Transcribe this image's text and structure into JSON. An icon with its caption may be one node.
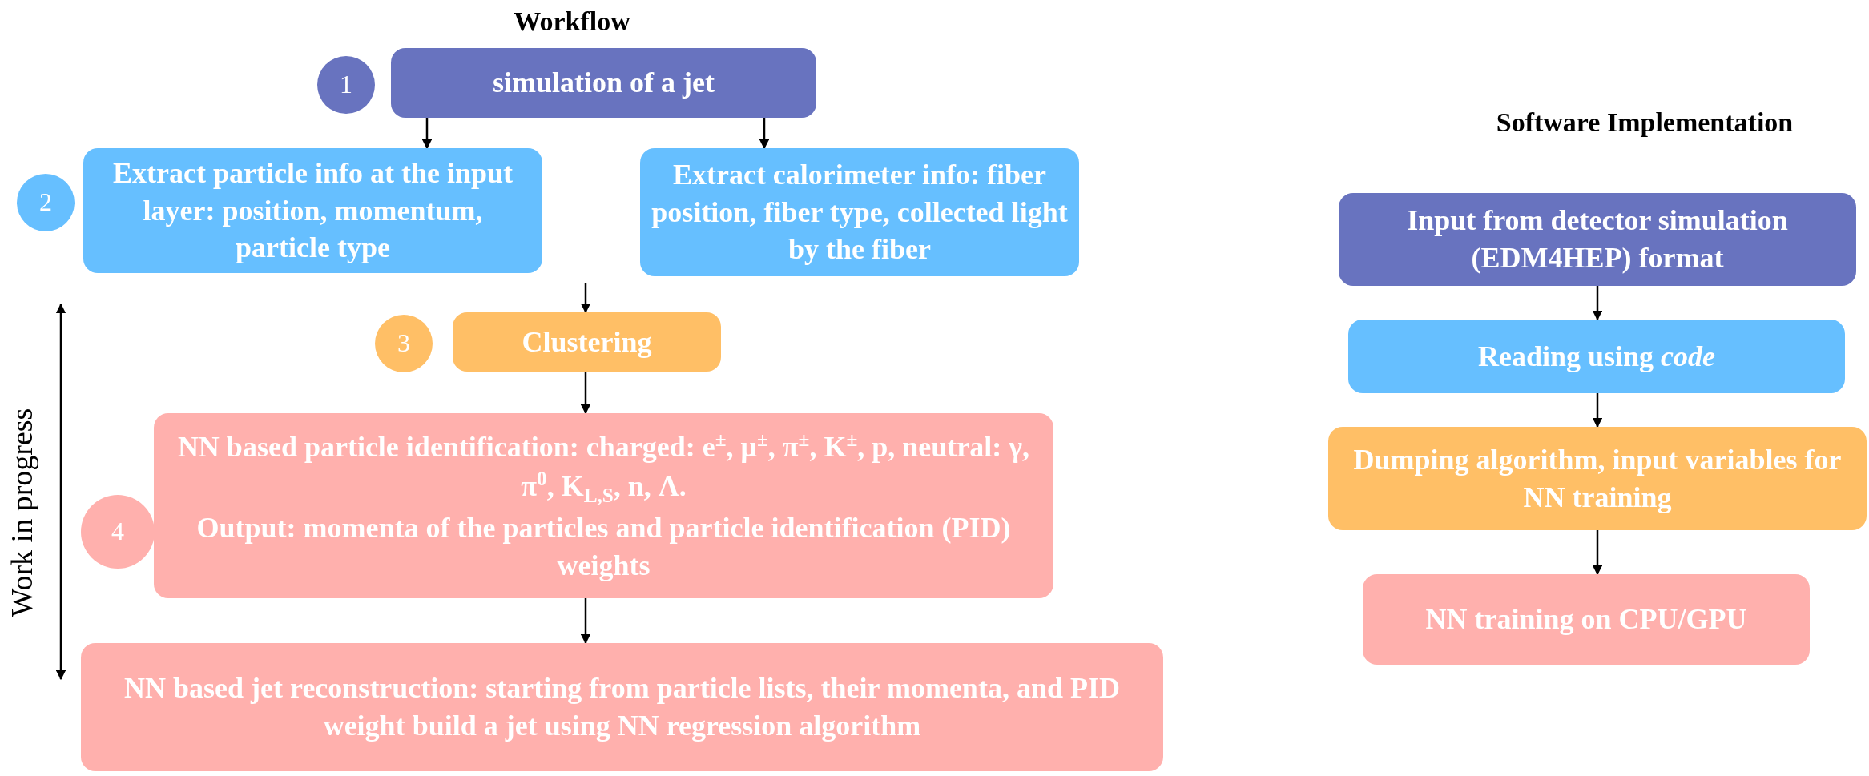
{
  "diagram": {
    "title": "Workflow",
    "nodes": [
      {
        "text": [
          "1"
        ]
      },
      {
        "text": [
          "simulation of a jet"
        ]
      },
      {
        "text": [
          "2"
        ]
      },
      {
        "text": [
          "Extract particle info at the input layer: position, momentum, particle type"
        ]
      },
      {
        "text": [
          "Extract calorimeter info: fiber position, fiber type, collected light by the fiber"
        ]
      },
      {
        "text": [
          "3"
        ]
      },
      {
        "text": [
          "Clustering"
        ]
      },
      {
        "text": [
          "4"
        ]
      },
      {
        "text": [
          "NN based particle identification: charged: e$^{±}$, μ$^{±}$, π$^{±}$, K$^{±}$, p, neutral: γ, π$^{0}$, K$_{L,S}$, n, Λ.",
          "Output: momenta of the particles and particle identification (PID) weights"
        ]
      },
      {
        "text": [
          "NN based jet reconstruction: starting from particle lists, their momenta, and PID weight build a jet using NN regression algorithm"
        ]
      },
      {
        "text": [
          "Input from detector simulation (EDM4HEP) format"
        ]
      },
      {
        "text": [
          "Reading using *code*"
        ]
      },
      {
        "text": [
          "Dumping algorithm, input variables for NN training"
        ]
      },
      {
        "text": [
          "NN training on CPU/GPU"
        ]
      }
    ],
    "edges": [
      {
        "from": 1,
        "to": 3,
        "arrow": "to"
      },
      {
        "from": 1,
        "to": 4,
        "arrow": "to"
      },
      {
        "from": null,
        "to": 6,
        "arrow": "to"
      },
      {
        "from": 6,
        "to": 8,
        "arrow": "to"
      },
      {
        "from": 8,
        "to": 9,
        "arrow": "to"
      },
      {
        "from": 10,
        "to": 11,
        "arrow": "to"
      },
      {
        "from": 11,
        "to": 12,
        "arrow": "to"
      },
      {
        "from": 12,
        "to": 13,
        "arrow": "to"
      }
    ],
    "labels": [
      "Software Implementation",
      "Work in progress"
    ]
  }
}
